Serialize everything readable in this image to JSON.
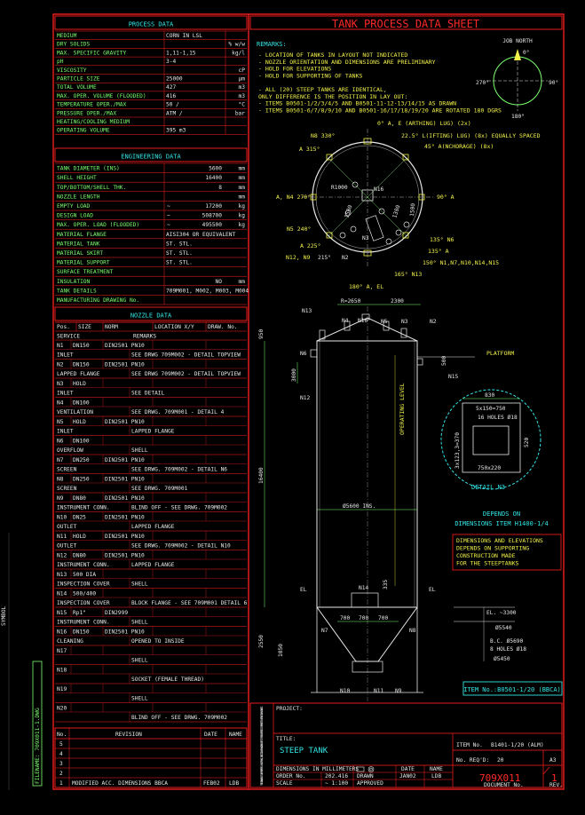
{
  "filename": "FILENAME: 709X011-1.DWG",
  "left_margin_text": "SYMBOL",
  "sheet_title": "TANK PROCESS DATA SHEET",
  "process": {
    "header": "PROCESS DATA",
    "rows": [
      {
        "label": "MEDIUM",
        "value": "CORN IN LSL",
        "unit": ""
      },
      {
        "label": "DRY SOLIDS",
        "value": "",
        "unit": "% w/w"
      },
      {
        "label": "MAX. SPECIFIC GRAVITY",
        "value": "1,11-1,15",
        "unit": "kg/l"
      },
      {
        "label": "pH",
        "value": "3-4",
        "unit": ""
      },
      {
        "label": "VISCOSITY",
        "value": "",
        "unit": "cP"
      },
      {
        "label": "PARTICLE SIZE",
        "value": "25000",
        "unit": "μm"
      },
      {
        "label": "TOTAL VOLUME",
        "value": "427",
        "unit": "m3"
      },
      {
        "label": "MAX. OPER. VOLUME (FLOODED)",
        "value": "416",
        "unit": "m3"
      },
      {
        "label": "TEMPERATURE  OPER./MAX",
        "value": "50 /",
        "unit": "°C"
      },
      {
        "label": "PRESSURE   OPER./MAX",
        "value": "ATM /",
        "unit": "bar"
      },
      {
        "label": "HEATING/COOLING MEDIUM",
        "value": "",
        "unit": ""
      },
      {
        "label": "OPERATING VOLUME",
        "value": "395 m3",
        "unit": ""
      }
    ]
  },
  "engineering": {
    "header": "ENGINEERING DATA",
    "rows": [
      {
        "label": "TANK DIAMETER (INS)",
        "prefix": "",
        "value": "5600",
        "unit": "mm"
      },
      {
        "label": "SHELL HEIGHT",
        "prefix": "",
        "value": "16400",
        "unit": "mm"
      },
      {
        "label": "TOP/BOTTOM/SHELL THK.",
        "prefix": "",
        "value": "8",
        "unit": "mm"
      },
      {
        "label": "NOZZLE LENGTH",
        "prefix": "",
        "value": "",
        "unit": "mm"
      },
      {
        "label": "EMPTY LOAD",
        "prefix": "~",
        "value": "17200",
        "unit": "kg"
      },
      {
        "label": "DESIGN LOAD",
        "prefix": "~",
        "value": "508700",
        "unit": "kg"
      },
      {
        "label": "MAX. OPER. LOAD (FLOODED)",
        "prefix": "~",
        "value": "495500",
        "unit": "kg"
      },
      {
        "label": "MATERIAL FLANGE",
        "prefix": "",
        "value": "AISI304 OR EQUIVALENT",
        "unit": ""
      },
      {
        "label": "MATERIAL TANK",
        "prefix": "",
        "value": "ST. STL.",
        "unit": ""
      },
      {
        "label": "MATERIAL SKIRT",
        "prefix": "",
        "value": "ST. STL.",
        "unit": ""
      },
      {
        "label": "MATERIAL SUPPORT",
        "prefix": "",
        "value": "ST. STL.",
        "unit": ""
      },
      {
        "label": "SURFACE TREATMENT",
        "prefix": "",
        "value": "",
        "unit": ""
      },
      {
        "label": "INSULATION",
        "prefix": "",
        "value": "NO",
        "unit": "mm"
      },
      {
        "label": "TANK DETAILS",
        "prefix": "",
        "value": "709M001, M002, M003, M004",
        "unit": ""
      },
      {
        "label": "MANUFACTURING DRAWING No.",
        "prefix": "",
        "value": "",
        "unit": ""
      }
    ]
  },
  "nozzle": {
    "header": "NOZZLE DATA",
    "columns": [
      "Pos.",
      "SIZE",
      "NORM",
      "LOCATION X/Y",
      "DRAW. No."
    ],
    "subheader": {
      "service": "SERVICE",
      "remarks": "REMARKS"
    },
    "rows": [
      {
        "pos": "N1",
        "size": "DN150",
        "norm": "DIN2501 PN10",
        "service": "INLET",
        "remarks": "SEE DRWG 709M002 - DETAIL TOPVIEW"
      },
      {
        "pos": "N2",
        "size": "DN150",
        "norm": "DIN2501 PN10",
        "service": "LAPPED FLANGE",
        "remarks": "SEE DRWG 709M002 - DETAIL TOPVIEW"
      },
      {
        "pos": "N3",
        "size": "HOLD",
        "norm": "",
        "service": "INLET",
        "remarks": "SEE DETAIL"
      },
      {
        "pos": "N4",
        "size": "DN100",
        "norm": "",
        "service": "VENTILATION",
        "remarks": "SEE DRWG. 709M001 - DETAIL 4"
      },
      {
        "pos": "N5",
        "size": "HOLD",
        "norm": "DIN2501 PN10",
        "service": "INLET",
        "remarks": "LAPPED FLANGE"
      },
      {
        "pos": "N6",
        "size": "DN100",
        "norm": "",
        "service": "OVERFLOW",
        "remarks": "SHELL"
      },
      {
        "pos": "N7",
        "size": "DN250",
        "norm": "DIN2501 PN10",
        "service": "SCREEN",
        "remarks": "SEE DRWG. 709M002 - DETAIL N6"
      },
      {
        "pos": "N8",
        "size": "DN250",
        "norm": "DIN2501 PN10",
        "service": "SCREEN",
        "remarks": "SEE DRWG. 709M001"
      },
      {
        "pos": "N9",
        "size": "DN80",
        "norm": "DIN2501 PN10",
        "service": "INSTRUMENT CONN.",
        "remarks": "BLIND OFF - SEE DRWG. 709M002"
      },
      {
        "pos": "N10",
        "size": "DN25",
        "norm": "DIN2501 PN10",
        "service": "OUTLET",
        "remarks": "LAPPED FLANGE"
      },
      {
        "pos": "N11",
        "size": "HOLD",
        "norm": "DIN2501 PN10",
        "service": "OUTLET",
        "remarks": "SEE DRWG. 709M002 - DETAIL N10"
      },
      {
        "pos": "N12",
        "size": "DN80",
        "norm": "DIN2501 PN10",
        "service": "INSTRUMENT CONN.",
        "remarks": "LAPPED FLANGE"
      },
      {
        "pos": "N13",
        "size": "500 DIA",
        "norm": "",
        "service": "INSPECTION COVER",
        "remarks": "SHELL"
      },
      {
        "pos": "N14",
        "size": "500/400",
        "norm": "",
        "service": "INSPECTION COVER",
        "remarks": "BLOCK FLANGE - SEE 709M001 DETAIL 6"
      },
      {
        "pos": "N15",
        "size": "Rp1\"",
        "norm": "DIN2999",
        "service": "INSTRUMENT CONN.",
        "remarks": "SHELL"
      },
      {
        "pos": "N16",
        "size": "DN150",
        "norm": "DIN2501 PN10",
        "service": "CLEANING",
        "remarks": "OPENED TO INSIDE"
      },
      {
        "pos": "N17",
        "size": "",
        "norm": "",
        "service": "",
        "remarks": "SHELL"
      },
      {
        "pos": "N18",
        "size": "",
        "norm": "",
        "service": "",
        "remarks": "SOCKET (FEMALE THREAD)"
      },
      {
        "pos": "N19",
        "size": "",
        "norm": "",
        "service": "",
        "remarks": "SHELL"
      },
      {
        "pos": "N20",
        "size": "",
        "norm": "",
        "service": "",
        "remarks": "BLIND OFF - SEE DRWG. 709M002"
      }
    ]
  },
  "revision": {
    "columns": [
      "No.",
      "REVISION",
      "DATE",
      "NAME"
    ],
    "rows": [
      {
        "no": "5",
        "text": "",
        "date": "",
        "name": ""
      },
      {
        "no": "4",
        "text": "",
        "date": "",
        "name": ""
      },
      {
        "no": "3",
        "text": "",
        "date": "",
        "name": ""
      },
      {
        "no": "2",
        "text": "",
        "date": "",
        "name": ""
      },
      {
        "no": "1",
        "text": "MODIFIED ACC. DIMENSIONS BBCA",
        "date": "FEB02",
        "name": "LDB"
      }
    ]
  },
  "remarks": {
    "header": "REMARKS:",
    "items": [
      "- LOCATION OF TANKS IN LAYOUT NOT INDICATED",
      "- NOZZLE ORIENTATION AND DIMENSIONS ARE PRELIMINARY",
      "- HOLD FOR ELEVATIONS",
      "- HOLD FOR SUPPORTING OF TANKS",
      "",
      "- ALL (20) STEEP TANKS ARE IDENTICAL,",
      "  ONLY DIFFERENCE IS THE POSITION IN LAY OUT:",
      "  - ITEMS B0501-1/2/3/4/5 AND B0501-11-12-13/14/15 AS DRAWN",
      "  - ITEMS B0501-6/7/8/9/10 AND B0501-16/17/18/19/20 ARE ROTATED 180 DGRS"
    ]
  },
  "north": {
    "title": "JOB NORTH",
    "a0": "0°",
    "a90": "90°",
    "a180": "180°",
    "a270": "270°"
  },
  "topview": {
    "labels": {
      "earthing": "0°  A, E (ARTHING) LUG) (2x)",
      "lifting": "22.5° L(IFTING) LUG) (8x)  EQUALLY SPACED",
      "anchor": "45° A(NCHORAGE) (8x)",
      "n8": "N8  330°",
      "a315": "A  315°",
      "n16": "N16",
      "r": "R1000",
      "d1": "1500",
      "d2": "1300",
      "d3": "1500",
      "a_n4": "A, N4  270°",
      "a90": "90° A",
      "n5": "N5  240°",
      "a225": "A  225°",
      "n12": "N12, N9",
      "a215": "215°",
      "n3": "N3",
      "n2": "N2",
      "n6": "135° N6",
      "a135": "135° A",
      "n1": "150° N1,N7,N10,N14,N15",
      "n13": "165° N13",
      "a_el": "180° A, EL"
    }
  },
  "elevation": {
    "labels": {
      "n13": "N13",
      "r": "R=2650",
      "d2300": "2300",
      "n4": "N4",
      "n16": "N16",
      "n5": "N5",
      "n3": "N3",
      "n2": "N2",
      "n6": "N6",
      "n15": "N15",
      "n12": "N12",
      "platform": "PLATFORM",
      "h": "16400",
      "oplevel": "OPERATING LEVEL",
      "d3000": "3000",
      "d950": "950",
      "d500": "500",
      "diam": "Ø5600 INS.",
      "el": "EL",
      "n14": "N14",
      "d335": "335",
      "n7": "N7",
      "n8": "N8",
      "n10": "N10",
      "n11": "N11",
      "n9": "N9",
      "d700a": "700",
      "d700b": "700",
      "d700c": "700",
      "d2550": "2550",
      "d1050": "1050",
      "el_dim": "EL. ~3300",
      "d5540": "Ø5540",
      "bc": "B.C. Ø5690",
      "holes": "8 HOLES Ø18",
      "d5450": "Ø5450"
    }
  },
  "detail_n3": {
    "title": "DETAIL N3",
    "d830": "830",
    "d5x150": "5x150=750",
    "holes": "16 HOLES Ø18",
    "d750": "750x220",
    "d3x": "3x123,3=370",
    "d520": "520",
    "depends": "DEPENDS ON",
    "depends2": "DIMENSIONS ITEM H1400-1/4"
  },
  "note_box": [
    "DIMENSIONS AND ELEVATIONS",
    "DEPENDS ON SUPPORTING",
    "CONSTRUCTION MADE",
    "FOR THE STEEPTANKS"
  ],
  "item_box": "ITEM No.:B0501-1/20 (BBCA)",
  "title_block": {
    "copyright": "THIS DRAWING IS OUR PROPERTY. NO COPYING, EXECUTION OR HANDING OVER TO THIRD PARTIES IS PERMITTED WITHOUT OUR CONSENT.",
    "project_label": "PROJECT:",
    "title_label": "TITLE:",
    "title": "STEEP TANK",
    "item_label": "ITEM No.",
    "item_value": "B1401-1/20 (ALM)",
    "reqd_label": "No. REQ'D:",
    "reqd_value": "20",
    "size": "A3",
    "dims_label": "DIMENSIONS IN MILLIMETERS",
    "order_label": "ORDER No.",
    "order_value": "202.416",
    "scale_label": "SCALE",
    "scale_value": "~ 1:100",
    "date_label": "DATE",
    "name_label": "NAME",
    "drawn_label": "DRAWN",
    "drawn_date": "JAN02",
    "drawn_name": "LDB",
    "approved_label": "APPROVED",
    "doc_no": "709X011",
    "rev": "1",
    "doc_label": "DOCUMENT No.",
    "rev_label": "REV."
  },
  "colors": {
    "frame": "#ff2020",
    "text": "#e8e8e8",
    "green": "#7cff6e",
    "cyan": "#33e5e5",
    "yellow": "#f2f24a"
  }
}
